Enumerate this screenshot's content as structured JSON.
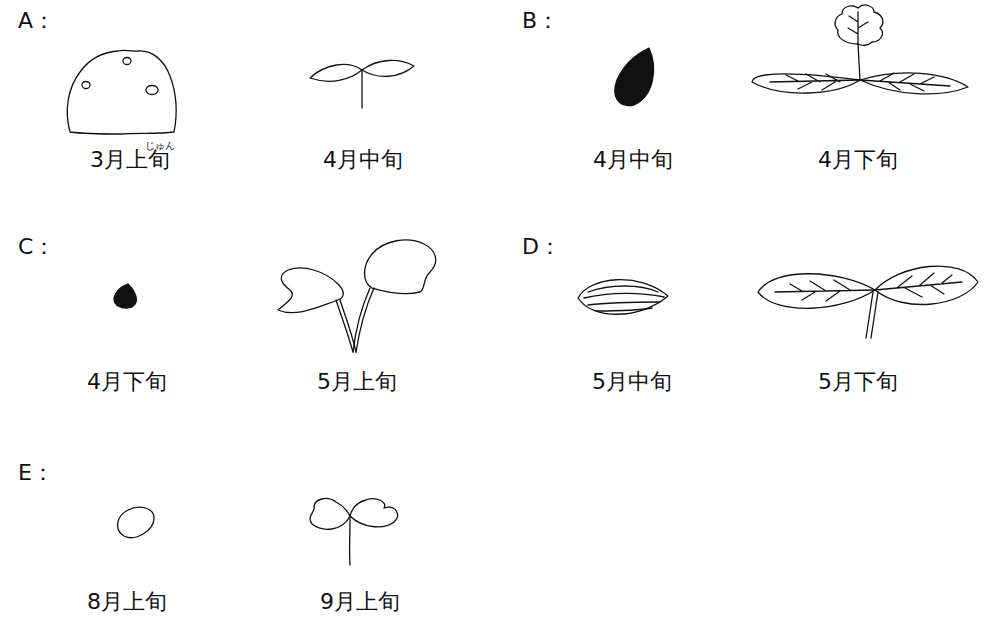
{
  "diagram": {
    "labels": [
      "A：",
      "じゅん",
      "3月上旬",
      "4月中旬",
      "B：",
      "4月中旬",
      "4月下旬",
      "C：",
      "4月下旬",
      "5月上旬",
      "D：",
      "5月中旬",
      "5月下旬",
      "E：",
      "8月上旬",
      "9月上旬"
    ]
  }
}
